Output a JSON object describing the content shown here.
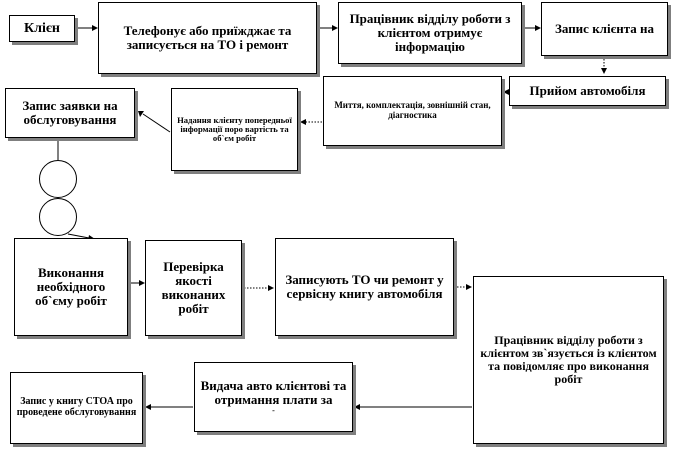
{
  "diagram": {
    "nodes": {
      "client": "Клієн",
      "call": "Телефонує  або приїжджає та записується на ТО і ремонт",
      "staff_info": "Працівник відділу роботи з клієнтом отримує інформацію",
      "record_client": "Запис клієнта на",
      "car_reception": "Прийом автомобіля",
      "wash": "Миття, комплектація, зовнішній стан, діагностика",
      "prelim_info": "Надання клієнту попередньої інформації поро вартість  та об`єм робіт",
      "service_request": "Запис заявки на обслуговування",
      "work_exec": "Виконання необхідного об`єму робіт",
      "quality": "Перевірка якості виконаних робіт",
      "record_book": "Записують  ТО чи ремонт у сервісну книгу автомобіля",
      "staff_contact": "Працівник відділу роботи з клієнтом зв`язується  із клієнтом  та повідомляє  про виконання робіт",
      "handover": "Видача авто клієнтові  та отримання плати за",
      "stoa_book": "Запис у книгу СТОА про проведене обслуговування"
    },
    "handover_tail": "-"
  }
}
